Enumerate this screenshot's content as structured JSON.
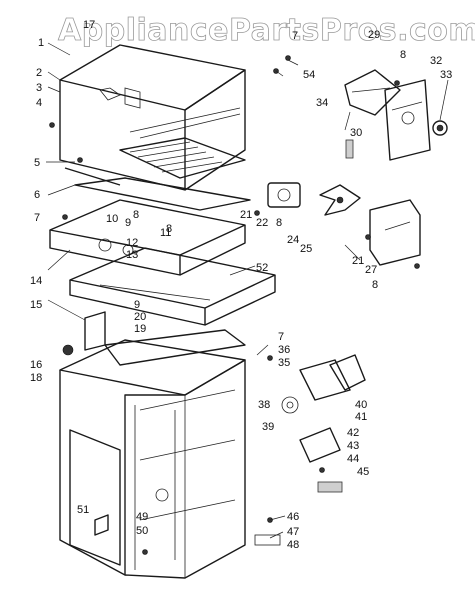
{
  "watermark": "AppliancePartsPros.com",
  "labels": {
    "p1": "1",
    "p2": "2",
    "p3": "3",
    "p4": "4",
    "p5": "5",
    "p6": "6",
    "p7a": "7",
    "p7b": "7",
    "p7c": "7",
    "p8a": "8",
    "p8b": "8",
    "p8c": "8",
    "p8d": "8",
    "p8e": "8",
    "p9a": "9",
    "p9b": "9",
    "p10": "10",
    "p11": "11",
    "p12": "12",
    "p13": "13",
    "p14": "14",
    "p15": "15",
    "p16": "16",
    "p17": "17",
    "p18": "18",
    "p19": "19",
    "p20": "20",
    "p21a": "21",
    "p21b": "21",
    "p22": "22",
    "p24": "24",
    "p25": "25",
    "p27": "27",
    "p29": "29",
    "p30": "30",
    "p32": "32",
    "p33": "33",
    "p34": "34",
    "p35": "35",
    "p36": "36",
    "p38": "38",
    "p39": "39",
    "p40": "40",
    "p41": "41",
    "p42": "42",
    "p43": "43",
    "p44": "44",
    "p45": "45",
    "p46": "46",
    "p47": "47",
    "p48": "48",
    "p49": "49",
    "p50": "50",
    "p51": "51",
    "p52": "52",
    "p54": "54"
  }
}
